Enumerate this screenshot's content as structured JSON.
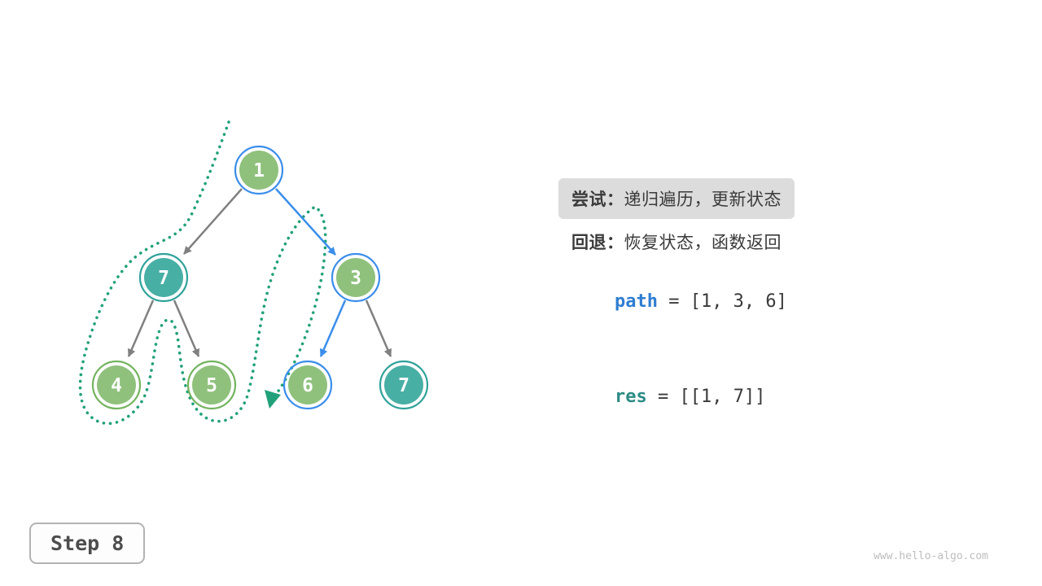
{
  "panel": {
    "try_label": "尝试：",
    "try_text": "递归遍历，更新状态",
    "back_label": "回退：",
    "back_text": "恢复状态，函数返回",
    "path_name": "path",
    "path_rest": " = [1, 3, 6]",
    "res_name": "res",
    "res_rest": " = [[1, 7]]"
  },
  "step_label": "Step 8",
  "watermark": "www.hello-algo.com",
  "tree": {
    "nodes": [
      {
        "label": "1",
        "state": "on-path",
        "fill": "#8FC17C",
        "ring": "#3B8EEA"
      },
      {
        "label": "7",
        "state": "visited",
        "fill": "#48AFA5",
        "ring": "#2FA29A"
      },
      {
        "label": "3",
        "state": "on-path",
        "fill": "#8FC17C",
        "ring": "#3B8EEA"
      },
      {
        "label": "4",
        "state": "normal",
        "fill": "#8FC17C",
        "ring": "#74B35F"
      },
      {
        "label": "5",
        "state": "normal",
        "fill": "#8FC17C",
        "ring": "#74B35F"
      },
      {
        "label": "6",
        "state": "on-path",
        "fill": "#8FC17C",
        "ring": "#3B8EEA"
      },
      {
        "label": "7",
        "state": "visited",
        "fill": "#48AFA5",
        "ring": "#2FA29A"
      }
    ],
    "edges": [
      {
        "from": "1",
        "to": "7-left",
        "color": "gray"
      },
      {
        "from": "1",
        "to": "3",
        "color": "blue"
      },
      {
        "from": "7-left",
        "to": "4",
        "color": "gray"
      },
      {
        "from": "7-left",
        "to": "5",
        "color": "gray"
      },
      {
        "from": "3",
        "to": "6",
        "color": "blue"
      },
      {
        "from": "3",
        "to": "7-right",
        "color": "gray"
      }
    ]
  },
  "colors": {
    "node_green_fill": "#8FC17C",
    "node_teal_fill": "#48AFA5",
    "ring_blue": "#3B8EEA",
    "ring_teal": "#2FA29A",
    "ring_green": "#74B35F",
    "edge_gray": "#808080",
    "edge_blue": "#3B8EEA",
    "trace_dotted_green": "#21A179",
    "highlight_bg": "#DCDCDC",
    "code_blue": "#2E7DD1",
    "code_teal": "#2C8C85"
  }
}
